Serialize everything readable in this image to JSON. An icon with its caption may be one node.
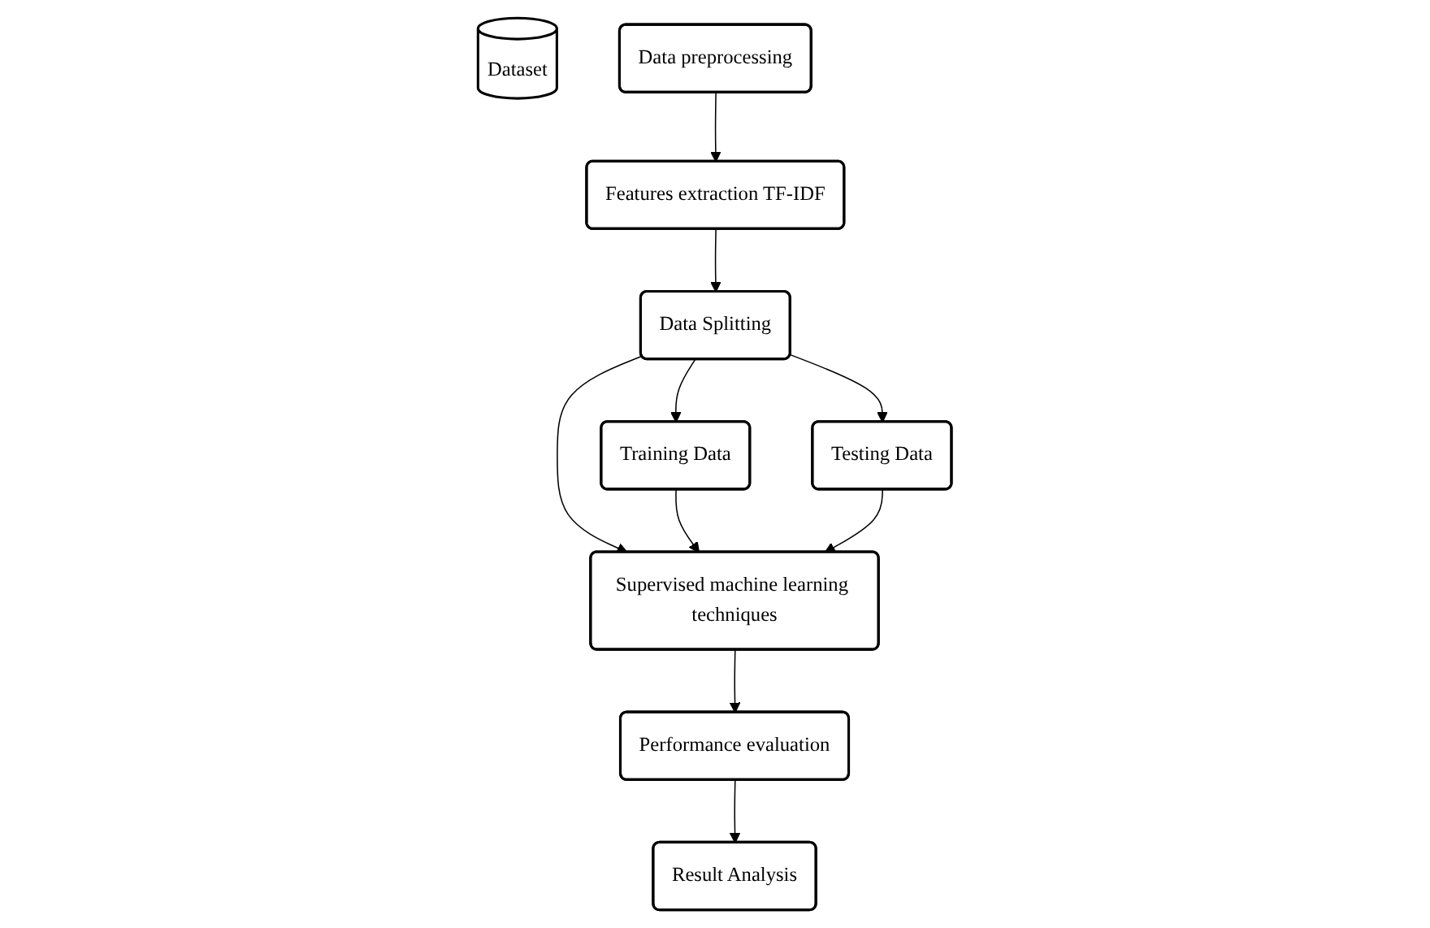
{
  "diagram": {
    "nodes": [
      {
        "text": [
          "Dataset"
        ]
      },
      {
        "text": [
          "Data preprocessing"
        ]
      },
      {
        "text": [
          "Features extraction TF-IDF"
        ]
      },
      {
        "text": [
          "Data Splitting"
        ]
      },
      {
        "text": [
          "Training Data"
        ]
      },
      {
        "text": [
          "Testing Data"
        ]
      },
      {
        "text": [
          "Supervised machine learning techniques"
        ]
      },
      {
        "text": [
          "Performance evaluation"
        ]
      },
      {
        "text": [
          "Result Analysis"
        ]
      }
    ],
    "edges": [
      {
        "from": 1,
        "to": 2,
        "arrow": "to"
      },
      {
        "from": 2,
        "to": 3,
        "arrow": "to"
      },
      {
        "from": 3,
        "to": 4,
        "arrow": "to"
      },
      {
        "from": 3,
        "to": 5,
        "arrow": "to"
      },
      {
        "from": 3,
        "to": 6,
        "arrow": "to"
      },
      {
        "from": 4,
        "to": 6,
        "arrow": "to"
      },
      {
        "from": 5,
        "to": 6,
        "arrow": "to"
      },
      {
        "from": 6,
        "to": 7,
        "arrow": "to"
      },
      {
        "from": 7,
        "to": 8,
        "arrow": "to"
      }
    ]
  }
}
